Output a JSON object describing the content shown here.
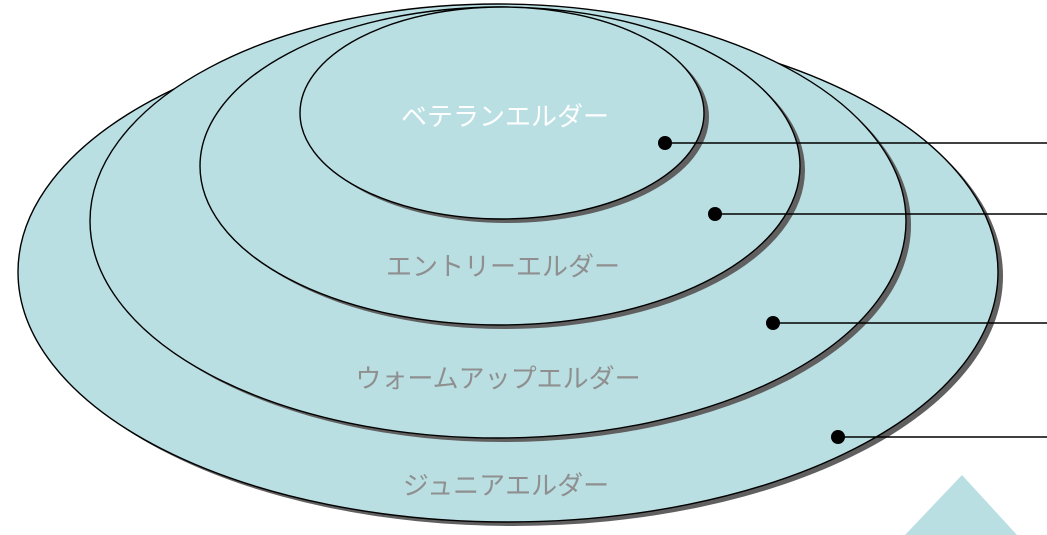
{
  "colors": {
    "ellipse_fill": "#b9dfe3",
    "outline": "#000000",
    "shadow": "#606060",
    "label_light": "#ffffff",
    "label_gray": "#8f8f8f",
    "corner_triangle": "#b9dfe3"
  },
  "levels": [
    {
      "id": "junior",
      "label": "ジュニアエルダー",
      "label_color": "#8f8f8f"
    },
    {
      "id": "warmup",
      "label": "ウォームアップエルダー",
      "label_color": "#8f8f8f"
    },
    {
      "id": "entry",
      "label": "エントリーエルダー",
      "label_color": "#8f8f8f"
    },
    {
      "id": "veteran",
      "label": "ベテランエルダー",
      "label_color": "#ffffff"
    }
  ],
  "decorations": {
    "corner_triangle_icon": "triangle-up-icon"
  }
}
